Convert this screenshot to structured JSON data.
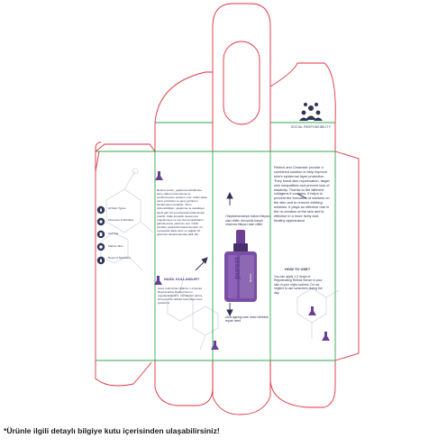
{
  "footnote": "*Ürünle ilgili detaylı bilgiye kutu içerisinden ulaşabilirsiniz!",
  "brand": {
    "name": "purest",
    "product": "Retinol"
  },
  "social": {
    "label": "SOCIAL RESPONSIBILITY",
    "icon": "people-network-icon"
  },
  "features": [
    {
      "label": "All Skin Types",
      "icon": "drop-icon"
    },
    {
      "label": "Firmness & Wrinkles",
      "icon": "face-icon"
    },
    {
      "label": "Anti Age",
      "icon": "cosmetic-icon"
    },
    {
      "label": "Mature Skin",
      "icon": "mature-skin-icon"
    },
    {
      "label": "Need of Hydration",
      "icon": "hydration-icon"
    }
  ],
  "turkish": {
    "body": "Retinol serum, yaşlanma belirtilerine karşı cildin korunmasına ve yenilenmesine yardımcı olur. Cildin daha canlı, pürüzsüz ve genç görünüm kazanmasını hedefler. Tenin düzensizlikleri, yaşlanma ve elastikiyet kaybı gibi cilt sorunlarında kullanılması önerilir. Cilde kırışıklık oluşumunu engellemeye ve var olan kırışıklıkların giderilmesine yardımcı olur. Cildin yeniden yapılandırılmasında etkin rol oynayarak daha canlı ve sağlıklı bir görünüm kazanmasında etkili olur.",
    "usage_title": "NASIL KULLANILIR?",
    "usage": "Gece rutininizde cildinize 1-2 damla Rejuvenating Retinol Serum uygulayabilirsiniz. Gündüzleri güneş koruyucu ile cildinizi korumaya özen gösteriniz."
  },
  "english": {
    "body": "Retinol and Ceramide provide a combined solution to help improve skin's epidermal layer protection. They boost skin rejuvenation, target skin inequalities and prevent loss of elasticity. Thanks to the different collagens it contains, it helps to prevent the formation of wrinkles on the skin and to remove existing wrinkles. It plays an effective role in the re-creation of the skin and is effective in a more lively and healthy appearance.",
    "usage_title": "HOW TO USE?",
    "usage": "You can apply 1-2 drops of Rejuvenating Retinol Serum to your skin in your night routines. Do not neglect to use sunscreen during the day."
  },
  "benefits": {
    "top": "•Yaşlanma karşıtı bakım İhtiyacı olan ciltler •Kırışıklık karşıtı onarıma ihtiyacı olan ciltler",
    "bottom": "•Anti-ageing care need •Wrinkle repair need"
  },
  "colors": {
    "cut_line": "#e0303e",
    "fold_line": "#2fa84f",
    "brand_purple": "#6a3f94",
    "text": "#2f3354",
    "molecule": "#c9cfd9"
  }
}
